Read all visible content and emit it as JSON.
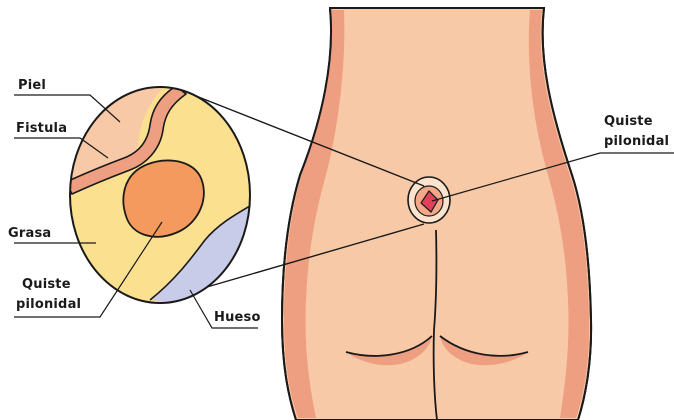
{
  "labels": {
    "piel": "Piel",
    "fistula": "Fistula",
    "grasa": "Grasa",
    "quiste_left_line1": "Quiste",
    "quiste_left_line2": "pilonidal",
    "hueso": "Hueso",
    "quiste_right_line1": "Quiste",
    "quiste_right_line2": "pilonidal"
  },
  "colors": {
    "skin": "#f7c9a6",
    "skin_shadow": "#ee9f82",
    "skin_light": "#fbe3cd",
    "fat": "#fbe08f",
    "cyst": "#f59a5e",
    "bone": "#c9cce8",
    "lesion": "#e0405a",
    "outline": "#1a1a1a"
  }
}
